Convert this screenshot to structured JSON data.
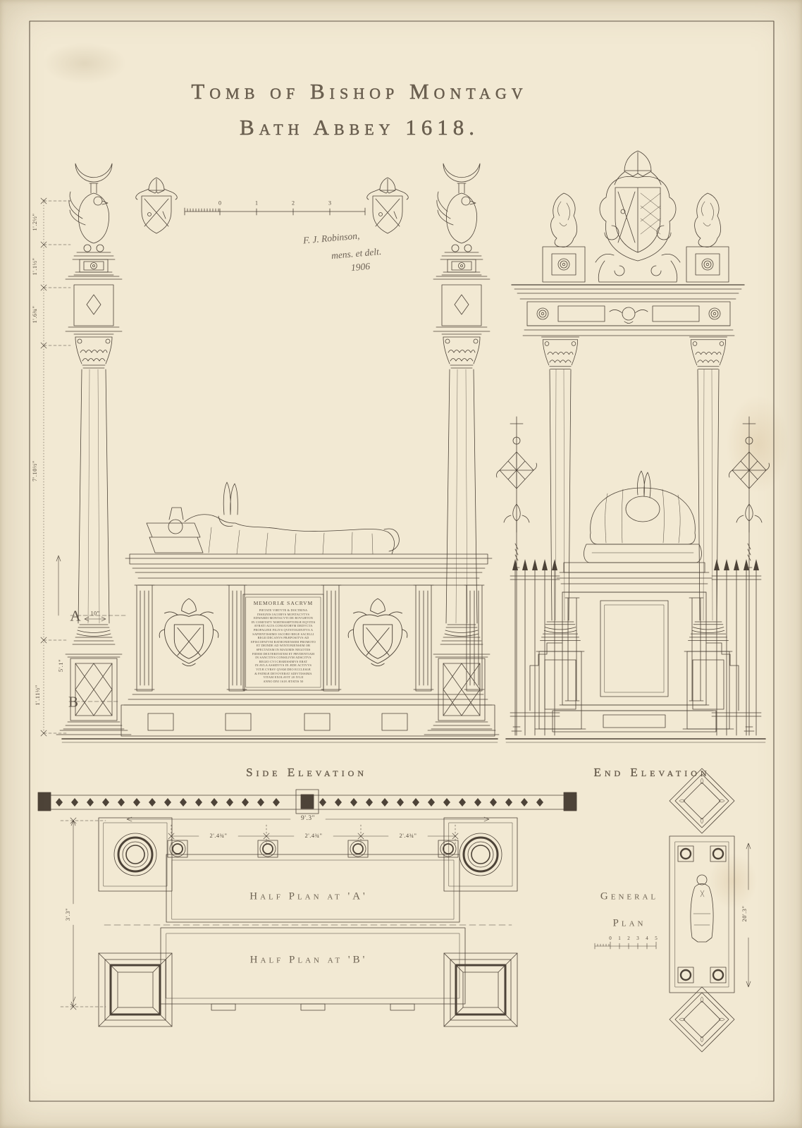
{
  "plate": {
    "title_line1": "Tomb of Bishop Montagv",
    "title_line2": "Bath Abbey 1618.",
    "signature_name": "F. J. Robinson,",
    "signature_role": "mens. et delt.",
    "signature_year": "1906"
  },
  "labels": {
    "side_elevation": "Side Elevation",
    "end_elevation": "End Elevation",
    "half_plan_a": "Half Plan at 'A'",
    "half_plan_b": "Half Plan at 'B'",
    "general_plan_1": "General",
    "general_plan_2": "Plan",
    "marker_a": "A",
    "marker_b": "B"
  },
  "inscription": {
    "heading": "MEMORIÆ SACRVM",
    "lines": [
      "PIETATE VIRTVTE & DOCTRINA",
      "INSIGNIS IACOBVS MONTACVTVS",
      "EDWARDI MONTACVTI DE BOVGHTON",
      "IN COMITATV NORTHAMPTONIÆ EQVITIS",
      "AVRATI ALTA CONIATORVM DEDVCTA",
      "PROPAGINE FILIVS QVINTOGENITVS A",
      "SAPIENTISSIMO IACOBO REGE SACELLI",
      "REGII DECANVS PRÆPOSITVS AD",
      "EPISCOPATVM BATHONIENSEM PROMOTO",
      "ET DEINDE AD WINTONIENSEM OB",
      "SPECTATAM IN MAXIMIS NEGOTIIS",
      "FIDEM DEXTERITATEM ET PRVDENTIAM",
      "IN SANCTIVS CONSILIVM ADSCITVS",
      "REGIO CVI CHARISSIMVS ERAT",
      "IN AVLA ASSIDVVS IN ÆDE ACTIVVS",
      "VITÆ CVRSV QVAM DEO ECCLESIÆ",
      "& PATRIÆ DEVOVERAT ADIVTISSIMA",
      "VITAM EXOLAVIT 20 IVLII",
      "ANNO DNI 1618 ÆTATIS 50"
    ]
  },
  "dimensions": {
    "finial_height": "1'.2½\"",
    "pedestal_height": "1'.1½\"",
    "entablature_height": "1'.6¾\"",
    "column_height": "7'.10½\"",
    "tomb_height": "5'.1\"",
    "base_height": "1'.11½\"",
    "shaft_diameter": "10\"",
    "plan_overall_width": "9'.3\"",
    "plan_bay": "2'.4¾\"",
    "plan_half_depth": "3'.3\"",
    "general_plan_length": "20'.3\""
  },
  "scales": {
    "elevation_feet": [
      "0",
      "1",
      "2",
      "3"
    ],
    "plan_feet": [
      "0",
      "1",
      "2",
      "3",
      "4",
      "5"
    ]
  }
}
